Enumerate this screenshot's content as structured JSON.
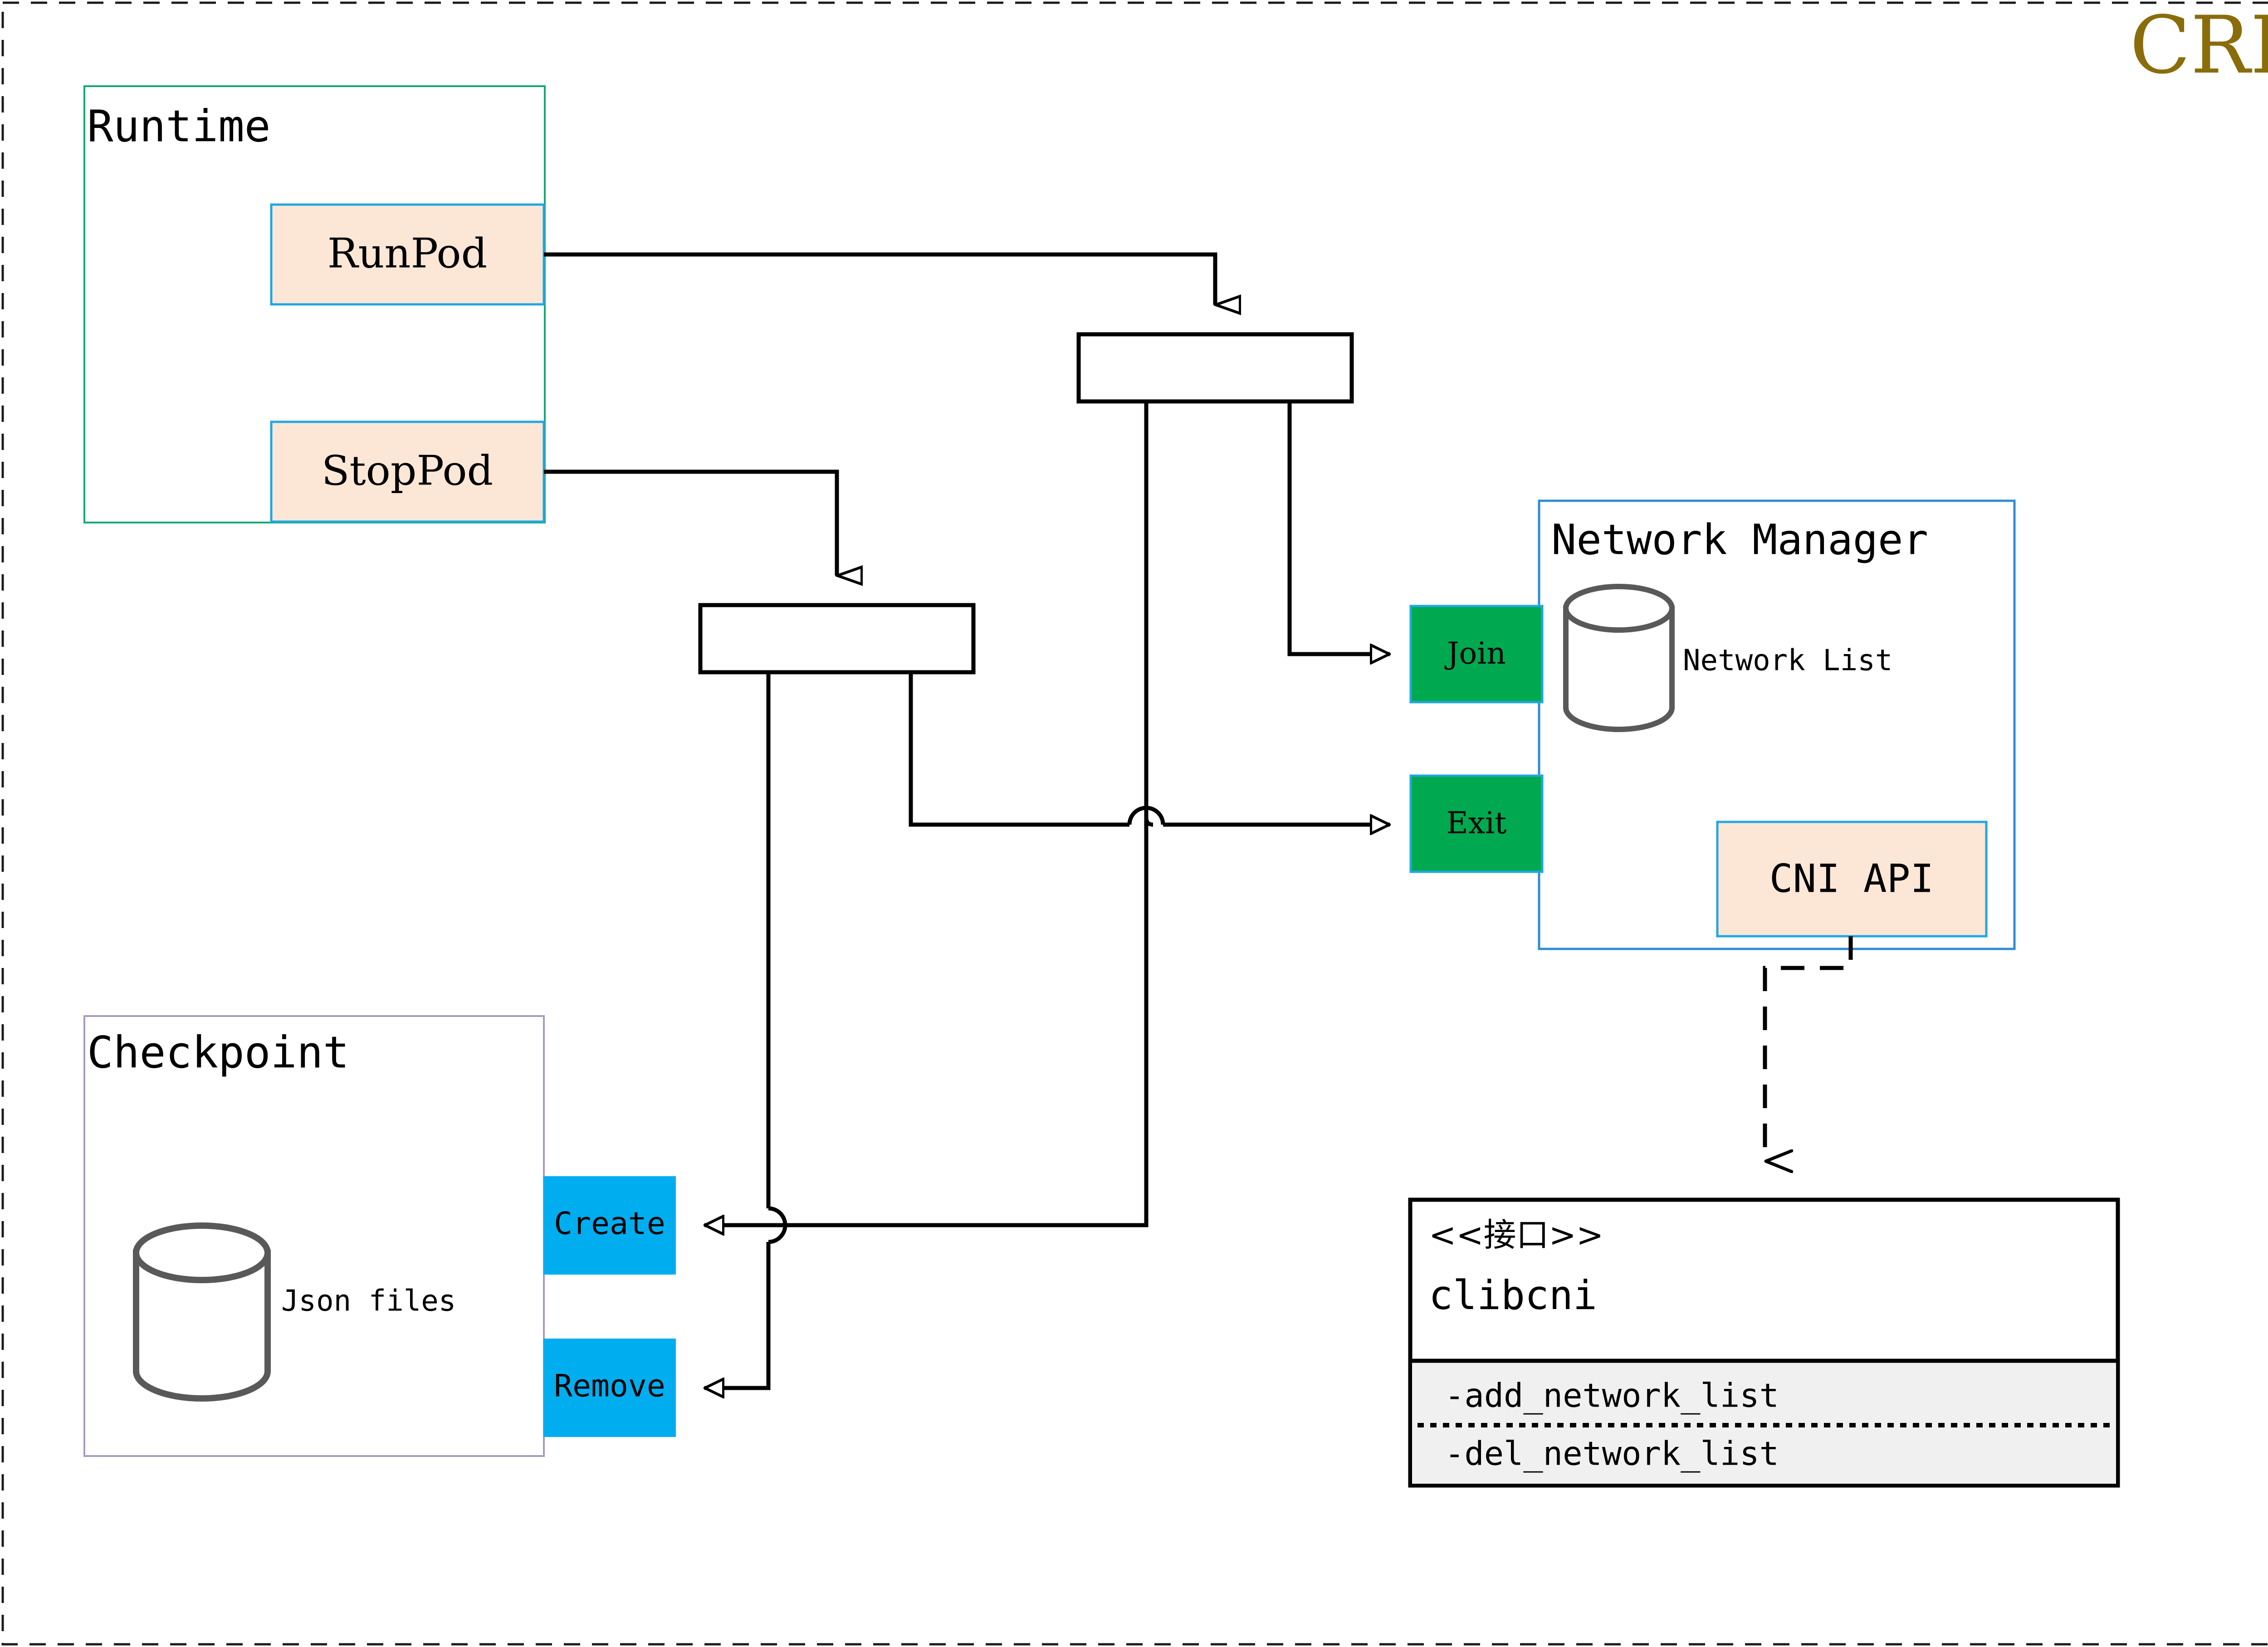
{
  "diagram": {
    "title": "CRI",
    "title_color": "#8a6d0b",
    "outer_border": {
      "style": "dashed",
      "color": "#1a1a1a"
    },
    "groups": [
      {
        "key": "runtime",
        "label": "Runtime",
        "border_color": "#17a673",
        "fill": "#ffffff",
        "members": [
          {
            "key": "runpod",
            "label": "RunPod",
            "fill": "#fce7d7",
            "border_color": "#21a7e0"
          },
          {
            "key": "stoppod",
            "label": "StopPod",
            "fill": "#fce7d7",
            "border_color": "#21a7e0"
          }
        ]
      },
      {
        "key": "checkpoint",
        "label": "Checkpoint",
        "border_color": "#a79ac4",
        "fill": "#ffffff",
        "store_label": "Json files",
        "store_icon": "cylinder-icon",
        "members": [
          {
            "key": "create",
            "label": "Create",
            "fill": "#00aeef",
            "border_color": "#00aeef"
          },
          {
            "key": "remove",
            "label": "Remove",
            "fill": "#00aeef",
            "border_color": "#00aeef"
          }
        ]
      },
      {
        "key": "network_manager",
        "label": "Network Manager",
        "border_color": "#2e8bd4",
        "fill": "#ffffff",
        "store_label": "Network List",
        "store_icon": "cylinder-icon",
        "members": [
          {
            "key": "join",
            "label": "Join",
            "fill": "#00a94f",
            "border_color": "#21a7e0"
          },
          {
            "key": "exit",
            "label": "Exit",
            "fill": "#00a94f",
            "border_color": "#21a7e0"
          },
          {
            "key": "cni_api",
            "label": "CNI API",
            "fill": "#fce7d7",
            "border_color": "#21a7e0"
          }
        ]
      }
    ],
    "interface": {
      "key": "clibcni",
      "stereotype": "<<接口>>",
      "name": "clibcni",
      "methods_fill": "#f0f0f0",
      "methods": [
        "-add_network_list",
        "-del_network_list"
      ]
    },
    "junctions": [
      {
        "key": "junction-runpod",
        "label": ""
      },
      {
        "key": "junction-stoppod",
        "label": ""
      }
    ],
    "connectors": [
      {
        "key": "runpod-to-junction",
        "style": "solid",
        "arrow": "open-triangle"
      },
      {
        "key": "stoppod-to-junction",
        "style": "solid",
        "arrow": "open-triangle"
      },
      {
        "key": "junction-runpod-to-join",
        "style": "solid",
        "arrow": "open-triangle"
      },
      {
        "key": "junction-runpod-to-create",
        "style": "solid",
        "arrow": "open-triangle"
      },
      {
        "key": "junction-stoppod-to-exit",
        "style": "solid",
        "arrow": "open-triangle"
      },
      {
        "key": "junction-stoppod-to-remove",
        "style": "solid",
        "arrow": "open-triangle"
      },
      {
        "key": "cni-api-to-clibcni",
        "style": "dashed",
        "arrow": "open-vee"
      }
    ]
  }
}
